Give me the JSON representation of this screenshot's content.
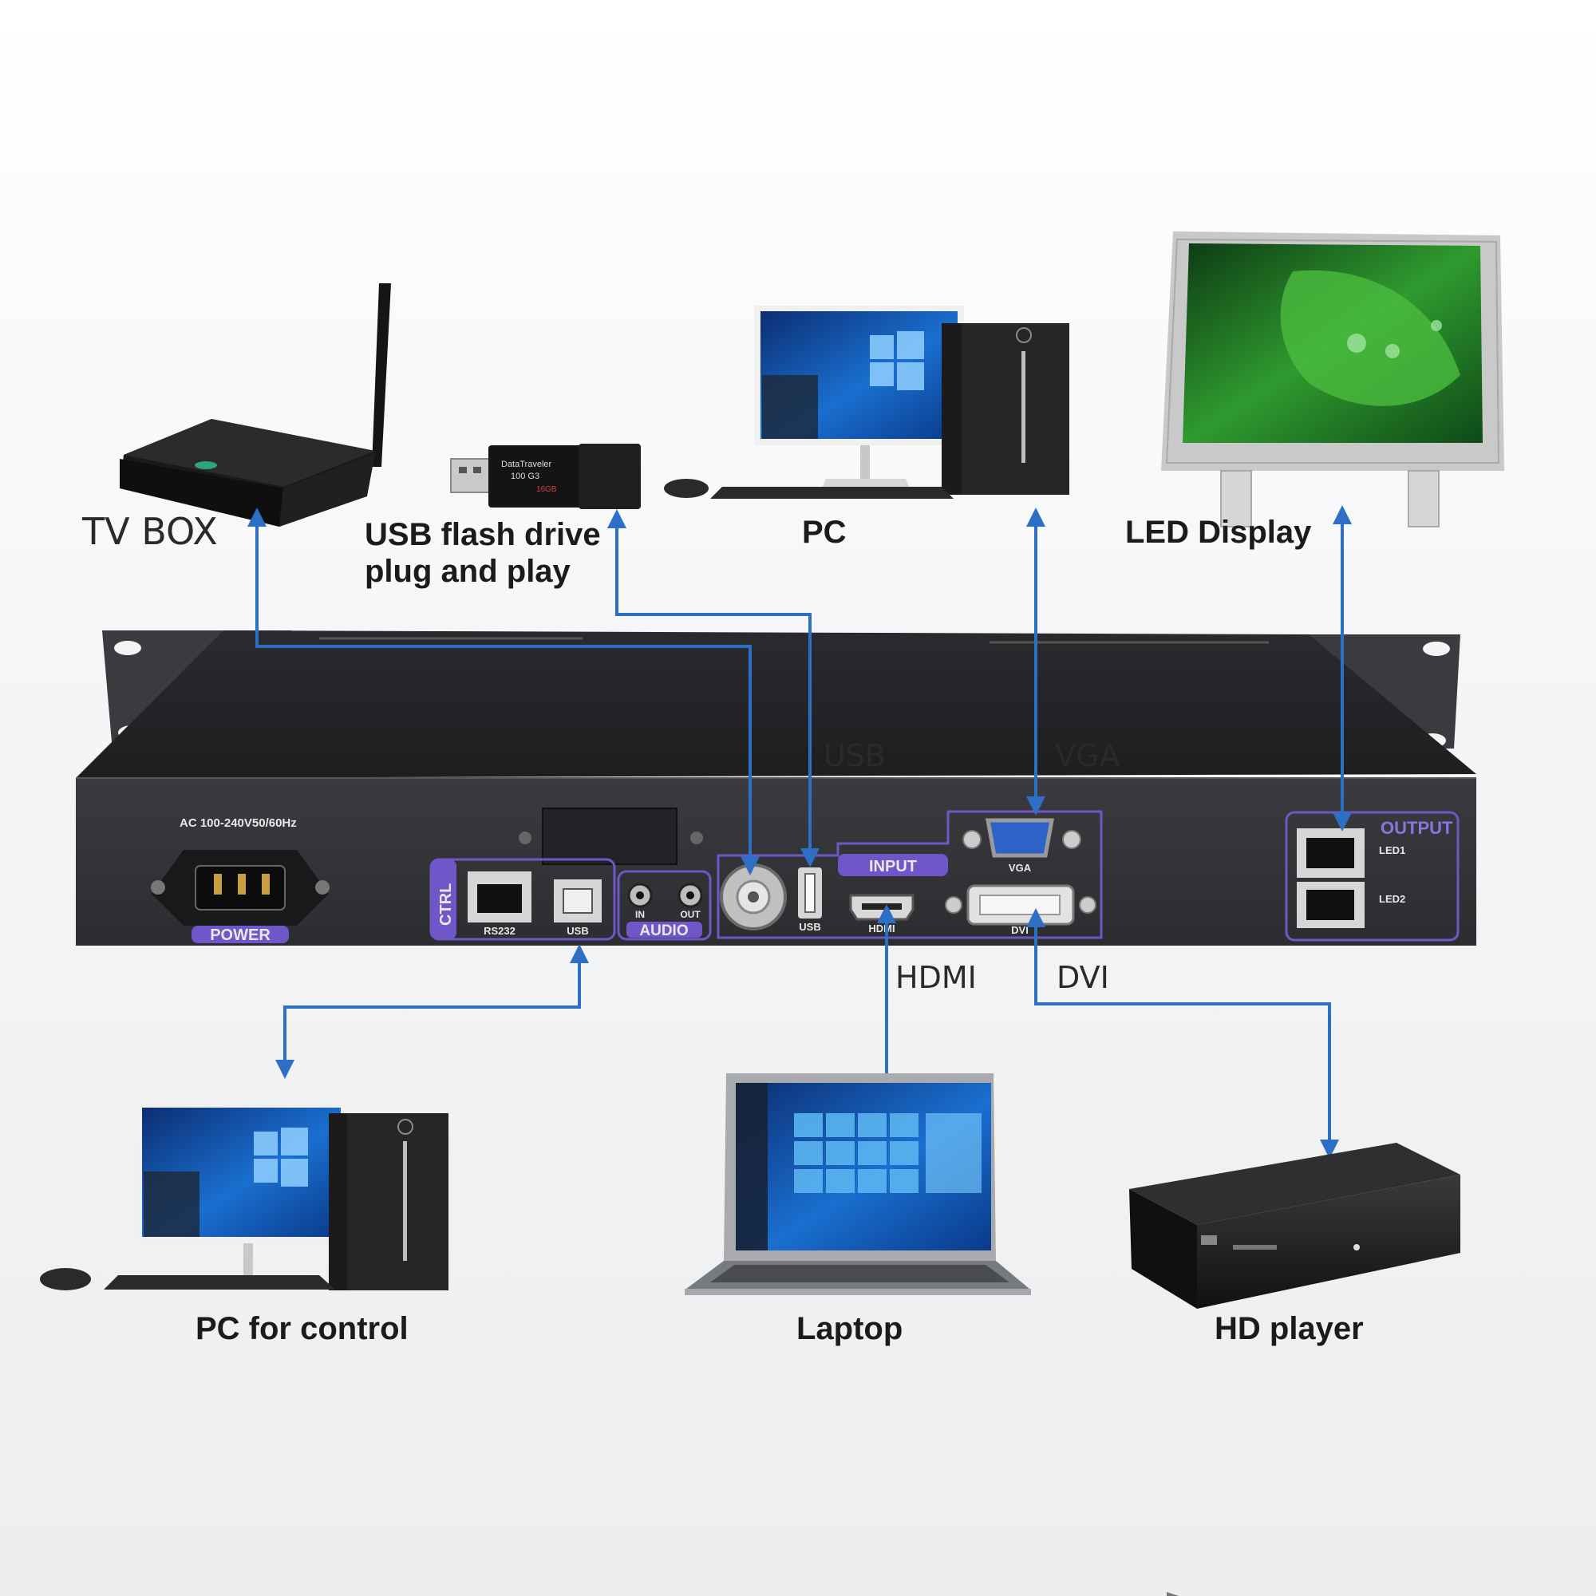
{
  "colors": {
    "connector": "#2d6fc4",
    "panel_label": "#6f57c9",
    "chassis": "#303135"
  },
  "devices": {
    "tv_box": {
      "label": "TV BOX",
      "icon": "tv-box-icon"
    },
    "usb_flash": {
      "label_line1": "USB flash drive",
      "label_line2": "plug and play",
      "icon": "usb-flash-drive-icon"
    },
    "pc": {
      "label": "PC",
      "icon": "desktop-pc-icon"
    },
    "led_display": {
      "label": "LED Display",
      "icon": "led-display-icon"
    },
    "pc_control": {
      "label": "PC for control",
      "icon": "desktop-pc-icon"
    },
    "laptop": {
      "label": "Laptop",
      "icon": "laptop-icon"
    },
    "hd_player": {
      "label": "HD player",
      "icon": "media-player-icon"
    }
  },
  "connection_labels": {
    "usb": "USB",
    "vga": "VGA",
    "hdmi": "HDMI",
    "dvi": "DVI"
  },
  "panel": {
    "power_spec": "AC 100-240V50/60Hz",
    "power": "POWER",
    "ctrl": "CTRL",
    "rs232": "RS232",
    "usb": "USB",
    "audio": "AUDIO",
    "audio_in": "IN",
    "audio_out": "OUT",
    "input": "INPUT",
    "input_usb": "USB",
    "input_hdmi": "HDMI",
    "input_vga": "VGA",
    "input_dvi": "DVI",
    "output": "OUTPUT",
    "led1": "LED1",
    "led2": "LED2"
  }
}
